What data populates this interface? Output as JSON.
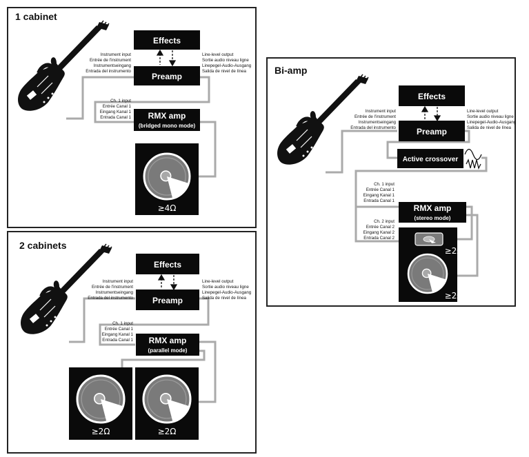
{
  "colors": {
    "box": "#0a0a0a",
    "cable": "#aaaaaa",
    "panel_border": "#222222",
    "woofer": "#7a7a7a"
  },
  "panels": {
    "one_cabinet": {
      "title": "1 cabinet",
      "effects": "Effects",
      "preamp": "Preamp",
      "instrument_input": [
        "Instrument input",
        "Entrée de l'instrument",
        "Instrumentseingang",
        "Entrada del instrumento"
      ],
      "line_level_output": [
        "Line-level output",
        "Sortie audio niveau ligne",
        "Linepegel-Audio-Ausgang",
        "Salida de nivel de línea"
      ],
      "ch1_input": [
        "Ch. 1 input",
        "Entrée Canal 1",
        "Eingang Kanal 1",
        "Entrada Canal 1"
      ],
      "amp_name": "RMX amp",
      "amp_mode": "(bridged mono mode)",
      "impedance": "≥4Ω"
    },
    "two_cabinets": {
      "title": "2 cabinets",
      "effects": "Effects",
      "preamp": "Preamp",
      "instrument_input": [
        "Instrument input",
        "Entrée de l'instrument",
        "Instrumentseingang",
        "Entrada del instrumento"
      ],
      "line_level_output": [
        "Line-level output",
        "Sortie audio niveau ligne",
        "Linepegel-Audio-Ausgang",
        "Salida de nivel de línea"
      ],
      "ch1_input": [
        "Ch. 1 input",
        "Entrée Canal 1",
        "Eingang Kanal 1",
        "Entrada Canal 1"
      ],
      "amp_name": "RMX amp",
      "amp_mode": "(parallel mode)",
      "impedance_left": "≥2Ω",
      "impedance_right": "≥2Ω"
    },
    "bi_amp": {
      "title": "Bi-amp",
      "effects": "Effects",
      "preamp": "Preamp",
      "crossover": "Active crossover",
      "instrument_input": [
        "Instrument input",
        "Entrée de l'instrument",
        "Instrumentseingang",
        "Entrada del instrumento"
      ],
      "line_level_output": [
        "Line-level output",
        "Sortie audio niveau ligne",
        "Linepegel-Audio-Ausgang",
        "Salida de nivel de línea"
      ],
      "ch1_input": [
        "Ch. 1 input",
        "Entrée Canal 1",
        "Eingang Kanal 1",
        "Entrada Canal 1"
      ],
      "ch2_input": [
        "Ch. 2 input",
        "Entrée Canal 2",
        "Eingang Kanal 2",
        "Entrada Canal 2"
      ],
      "amp_name": "RMX amp",
      "amp_mode": "(stereo mode)",
      "impedance_top": "≥2Ω",
      "impedance_bottom": "≥2Ω"
    }
  }
}
